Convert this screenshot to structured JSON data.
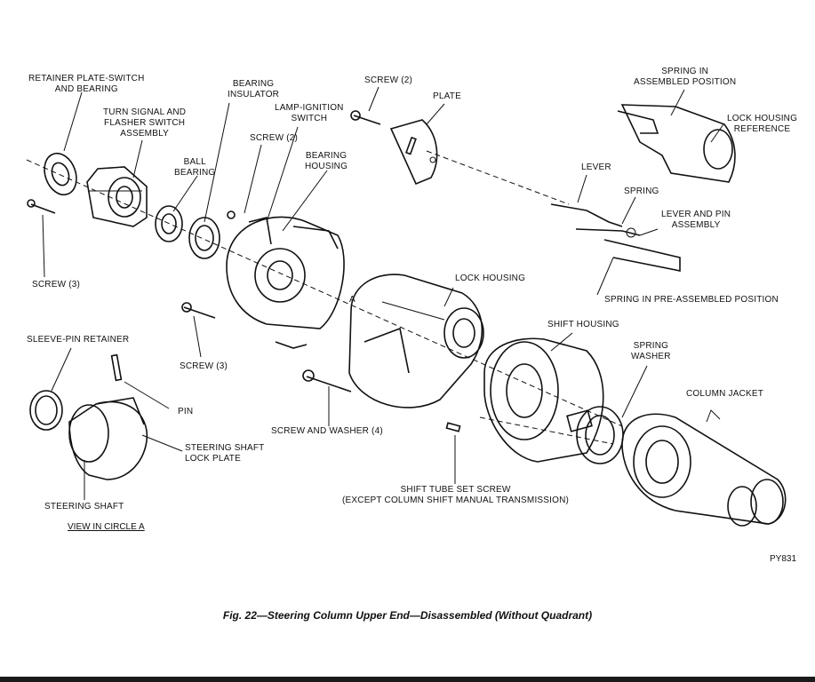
{
  "labels": {
    "retainer_plate": [
      "RETAINER PLATE-SWITCH",
      "AND BEARING"
    ],
    "turn_signal": [
      "TURN SIGNAL AND",
      "FLASHER SWITCH",
      "ASSEMBLY"
    ],
    "ball_bearing": [
      "BALL",
      "BEARING"
    ],
    "bearing_insulator": [
      "BEARING",
      "INSULATOR"
    ],
    "lamp_ignition": [
      "LAMP-IGNITION",
      "SWITCH"
    ],
    "screw_2_mid": "SCREW (2)",
    "bearing_housing": [
      "BEARING",
      "HOUSING"
    ],
    "screw_2_top": "SCREW (2)",
    "plate": "PLATE",
    "spring_in_assembled": [
      "SPRING IN",
      "ASSEMBLED POSITION"
    ],
    "lock_housing_reference": [
      "LOCK HOUSING",
      "REFERENCE"
    ],
    "lever": "LEVER",
    "spring": "SPRING",
    "lever_and_pin": [
      "LEVER AND PIN",
      "ASSEMBLY"
    ],
    "spring_pre_assembled": "SPRING IN PRE-ASSEMBLED POSITION",
    "screw_3_left": "SCREW (3)",
    "lock_housing": "LOCK HOUSING",
    "circle_a": "A",
    "shift_housing": "SHIFT HOUSING",
    "spring_washer": [
      "SPRING",
      "WASHER"
    ],
    "column_jacket": "COLUMN JACKET",
    "sleeve_pin_retainer": "SLEEVE-PIN RETAINER",
    "screw_3_mid": "SCREW (3)",
    "pin": "PIN",
    "steering_shaft_lock_plate": [
      "STEERING SHAFT",
      "LOCK PLATE"
    ],
    "screw_and_washer": "SCREW AND WASHER (4)",
    "shift_tube_set_screw": [
      "SHIFT TUBE SET SCREW",
      "(EXCEPT COLUMN SHIFT MANUAL TRANSMISSION)"
    ],
    "steering_shaft": "STEERING SHAFT",
    "view_in_circle": "VIEW IN CIRCLE A",
    "figure_code": "PY831"
  },
  "caption": "Fig. 22—Steering Column Upper End—Disassembled (Without Quadrant)",
  "colors": {
    "ink": "#111111",
    "paper": "#ffffff",
    "bar": "#1a1a1a"
  }
}
